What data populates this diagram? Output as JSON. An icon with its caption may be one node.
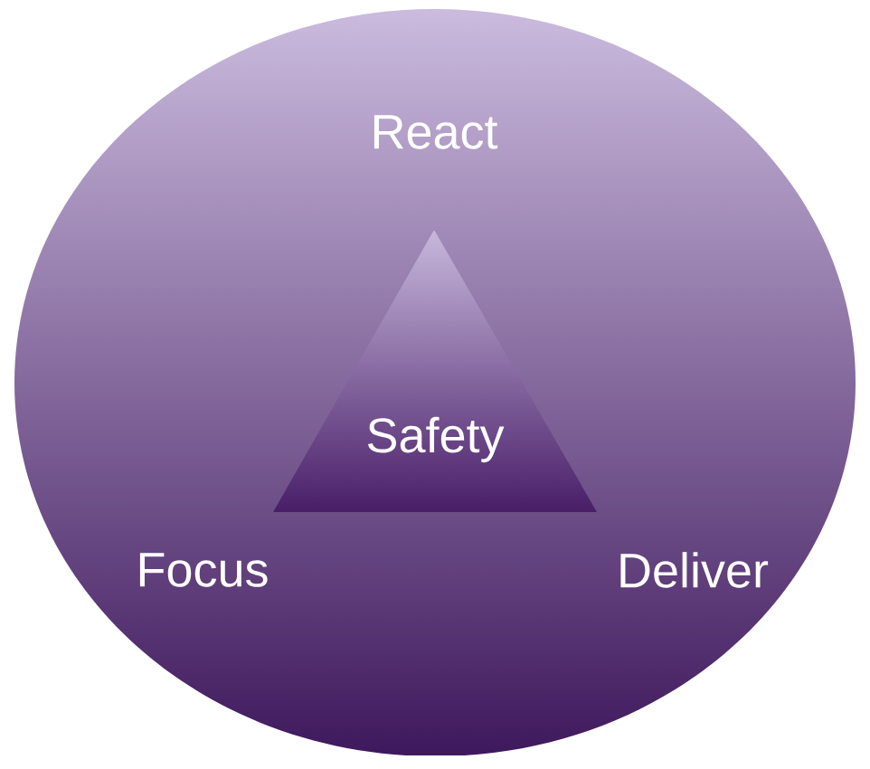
{
  "diagram": {
    "nodes": [
      {
        "text": [
          "React",
          "Focus",
          "Deliver"
        ]
      },
      {
        "text": [
          "Safety"
        ],
        "in": 0
      }
    ]
  }
}
